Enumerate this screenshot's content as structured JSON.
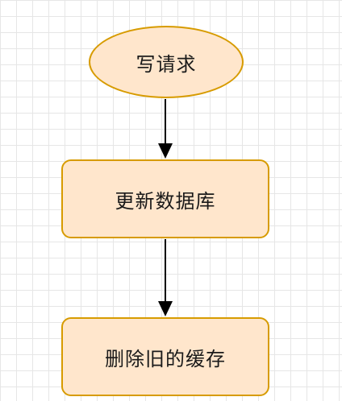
{
  "flowchart": {
    "nodes": [
      {
        "id": "write-request",
        "shape": "ellipse",
        "label": "写请求"
      },
      {
        "id": "update-database",
        "shape": "rounded-rectangle",
        "label": "更新数据库"
      },
      {
        "id": "delete-old-cache",
        "shape": "rounded-rectangle",
        "label": "删除旧的缓存"
      }
    ],
    "edges": [
      {
        "from": "write-request",
        "to": "update-database"
      },
      {
        "from": "update-database",
        "to": "delete-old-cache"
      }
    ]
  },
  "colors": {
    "node_fill": "#ffe6cc",
    "node_border": "#d79b00",
    "edge": "#000000",
    "grid_line": "#e6e6e6"
  }
}
